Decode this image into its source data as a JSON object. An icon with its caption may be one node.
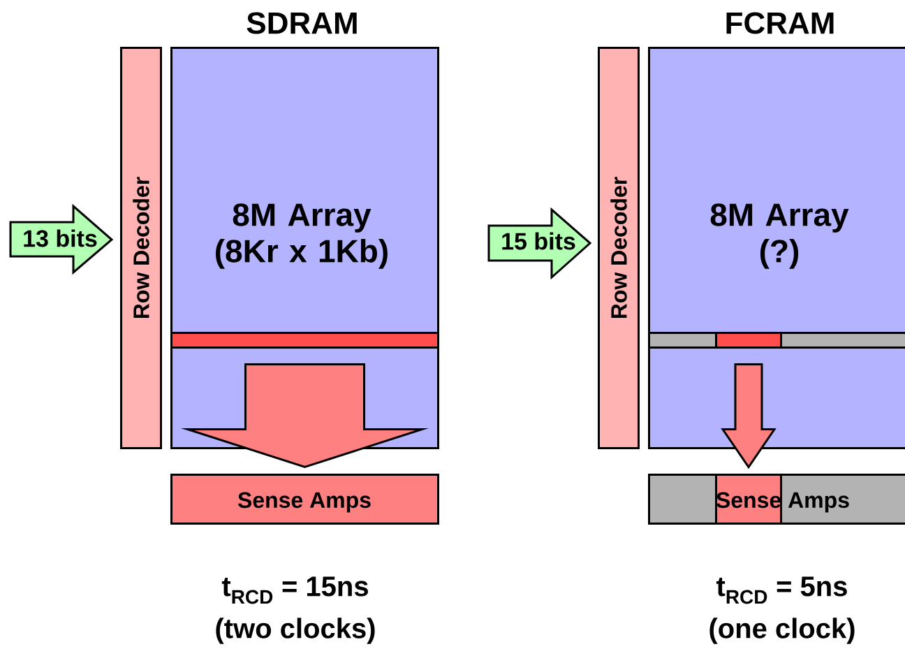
{
  "diagram": {
    "nodes": [
      {
        "text": [
          "13 bits"
        ]
      },
      {
        "text": [
          "Row Decoder"
        ]
      },
      {
        "text": [
          "8M Array (8Kr x 1Kb)"
        ]
      },
      {
        "text": [],
        "shape": "bar",
        "in": 2
      },
      {
        "text": [
          "Sense Amps"
        ]
      },
      {
        "text": [
          "15 bits"
        ]
      },
      {
        "text": [
          "Row Decoder"
        ]
      },
      {
        "text": [
          "8M Array (?)"
        ]
      },
      {
        "text": [],
        "shape": "bar",
        "in": 7
      },
      {
        "text": [],
        "shape": "bar",
        "in": 8
      },
      {
        "text": [
          "Sense Amps"
        ]
      },
      {
        "text": [],
        "shape": "bar",
        "in": 10
      }
    ],
    "edges": [
      {
        "from": 3,
        "to": 4,
        "arrow": "to"
      },
      {
        "from": 9,
        "to": 11,
        "arrow": "to"
      }
    ],
    "labels": [
      "SDRAM",
      "FCRAM",
      "t$_{RCD}$ = 15ns",
      "(two clocks)",
      "t$_{RCD}$ = 5ns",
      "(one clock)"
    ]
  }
}
